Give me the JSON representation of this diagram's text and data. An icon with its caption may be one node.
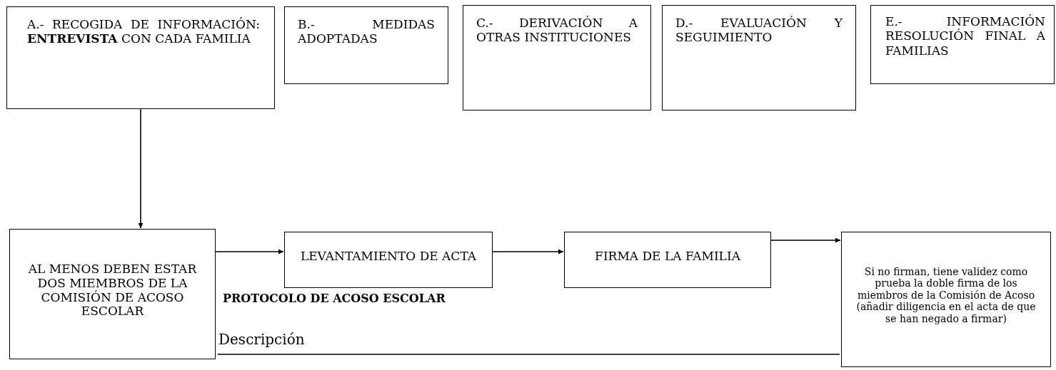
{
  "diagram": {
    "nodes": [
      {
        "text": [
          "A.- RECOGIDA DE INFORMACIÓN: **ENTREVISTA** CON CADA FAMILIA"
        ]
      },
      {
        "text": [
          "B.- MEDIDAS ADOPTADAS"
        ]
      },
      {
        "text": [
          "C.- DERIVACIÓN A OTRAS INSTITUCIONES"
        ]
      },
      {
        "text": [
          "D.- EVALUACIÓN Y SEGUIMIENTO"
        ]
      },
      {
        "text": [
          "E.- INFORMACIÓN RESOLUCIÓN FINAL A FAMILIAS"
        ]
      },
      {
        "text": [
          "AL MENOS DEBEN ESTAR DOS MIEMBROS DE LA COMISIÓN DE ACOSO ESCOLAR"
        ]
      },
      {
        "text": [
          "LEVANTAMIENTO DE ACTA"
        ]
      },
      {
        "text": [
          "FIRMA DE LA FAMILIA"
        ]
      },
      {
        "text": [
          "Si no firman, tiene validez como prueba la doble firma de los miembros de la Comisión de Acoso (añadir diligencia en el acta de que se han negado a firmar)"
        ]
      }
    ],
    "edges": [
      {
        "from": 0,
        "to": 5,
        "arrow": "to"
      },
      {
        "from": 5,
        "to": 6,
        "arrow": "to"
      },
      {
        "from": 6,
        "to": 7,
        "arrow": "to"
      },
      {
        "from": 7,
        "to": 8,
        "arrow": "to"
      }
    ],
    "labels": [
      "PROTOCOLO DE ACOSO ESCOLAR",
      "Descripción"
    ]
  }
}
